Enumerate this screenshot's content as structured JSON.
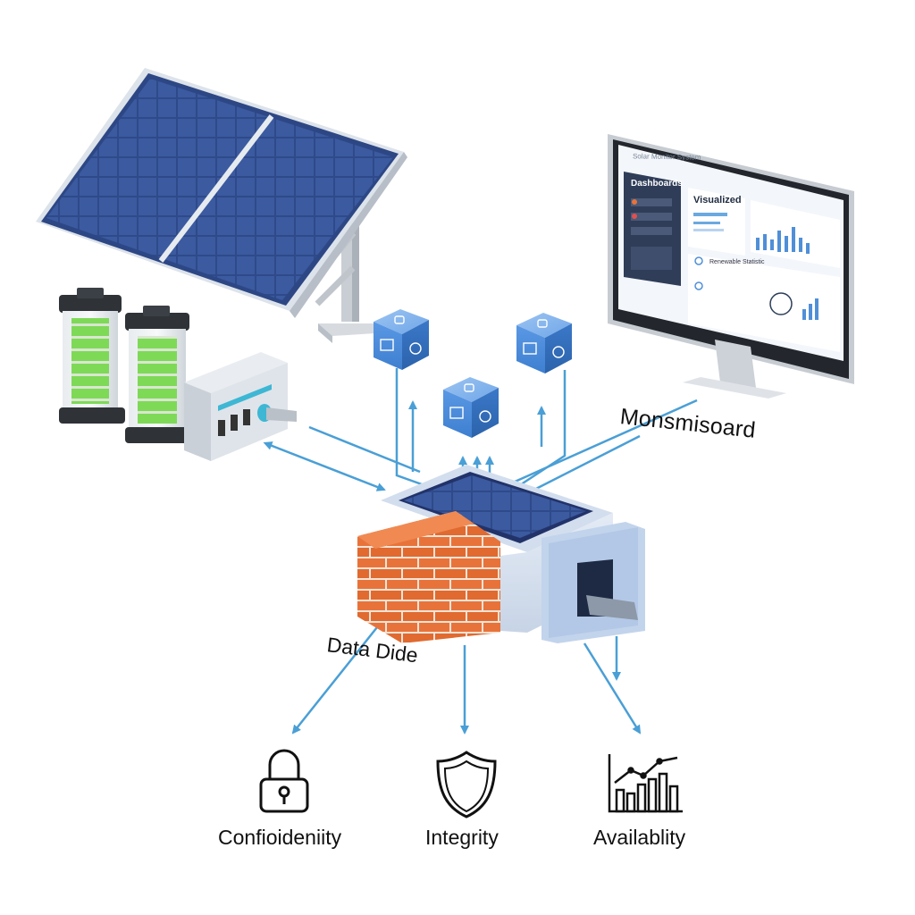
{
  "labels": {
    "dashboard": "Monsmisoard",
    "data_diode": "Data Dide"
  },
  "pillars": [
    {
      "label": "Confioideniity",
      "icon": "padlock-icon"
    },
    {
      "label": "Integrity",
      "icon": "shield-icon"
    },
    {
      "label": "Availablity",
      "icon": "bar-chart-icon"
    }
  ],
  "monitor": {
    "header": "Solar Monitor System",
    "sidebar_title": "Dashboards",
    "panel_title": "Visualized",
    "panel_subtitle": "Renewable Statistic"
  },
  "colors": {
    "arrow": "#4a9fd6",
    "cube": "#4a8fe0",
    "brick": "#e8733a",
    "battery_cell": "#7ed957",
    "solar_cell": "#2c3e79"
  }
}
